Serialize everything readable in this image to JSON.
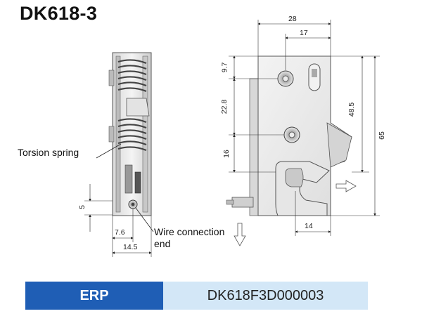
{
  "title": "DK618-3",
  "labels": {
    "torsion_spring": "Torsion spring",
    "wire_connection_1": "Wire connection",
    "wire_connection_2": "end"
  },
  "dimensions": {
    "d28": "28",
    "d17": "17",
    "d9_7": "9.7",
    "d22_8": "22.8",
    "d16": "16",
    "d48_5": "48.5",
    "d65": "65",
    "d14": "14",
    "d5": "5",
    "d7_6": "7.6",
    "d14_5": "14.5"
  },
  "erp": {
    "key": "ERP",
    "value": "DK618F3D000003"
  },
  "colors": {
    "erp_key_bg": "#1f5eb5",
    "erp_value_bg": "#d3e7f7"
  }
}
